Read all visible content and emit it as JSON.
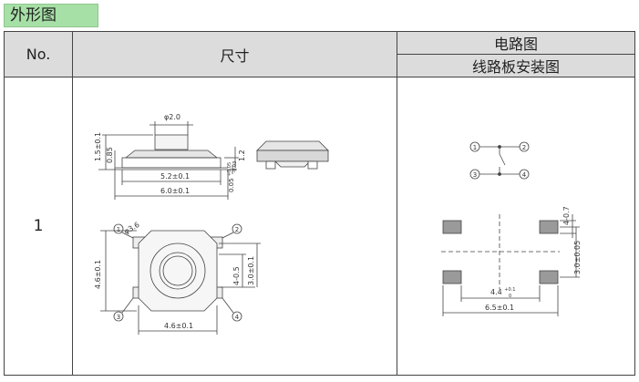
{
  "section_title": "外形图",
  "table": {
    "col_no": "No.",
    "col_size": "尺寸",
    "col_circuit": "电路图",
    "col_pcb": "线路板安装图",
    "row_no": "1"
  },
  "dimensions": {
    "knob_dia": "φ2.0",
    "height_total": "1.5±0.1",
    "height_body": "0.85",
    "height_right": "1.2",
    "body_width": "5.2±0.1",
    "overall_width": "6.0±0.1",
    "lead_thick_base": "0.05",
    "lead_thick_sup": "+0.05",
    "lead_thick_sub": "-0.03",
    "cap_dia": "φ3.6",
    "side_height": "4.6±0.1",
    "inner_a": "4-0.5",
    "inner_b": "3.0±0.1",
    "bottom_width": "4.6±0.1",
    "pin_1": "1",
    "pin_2": "2",
    "pin_3": "3",
    "pin_4": "4"
  },
  "pcb": {
    "pad_size": "4-0.7",
    "pad_vspace": "3.0±0.05",
    "pad_inner_base": "4.4",
    "pad_inner_sup": "+0.1",
    "pad_inner_sub": "0",
    "pad_outer": "6.5±0.1"
  }
}
